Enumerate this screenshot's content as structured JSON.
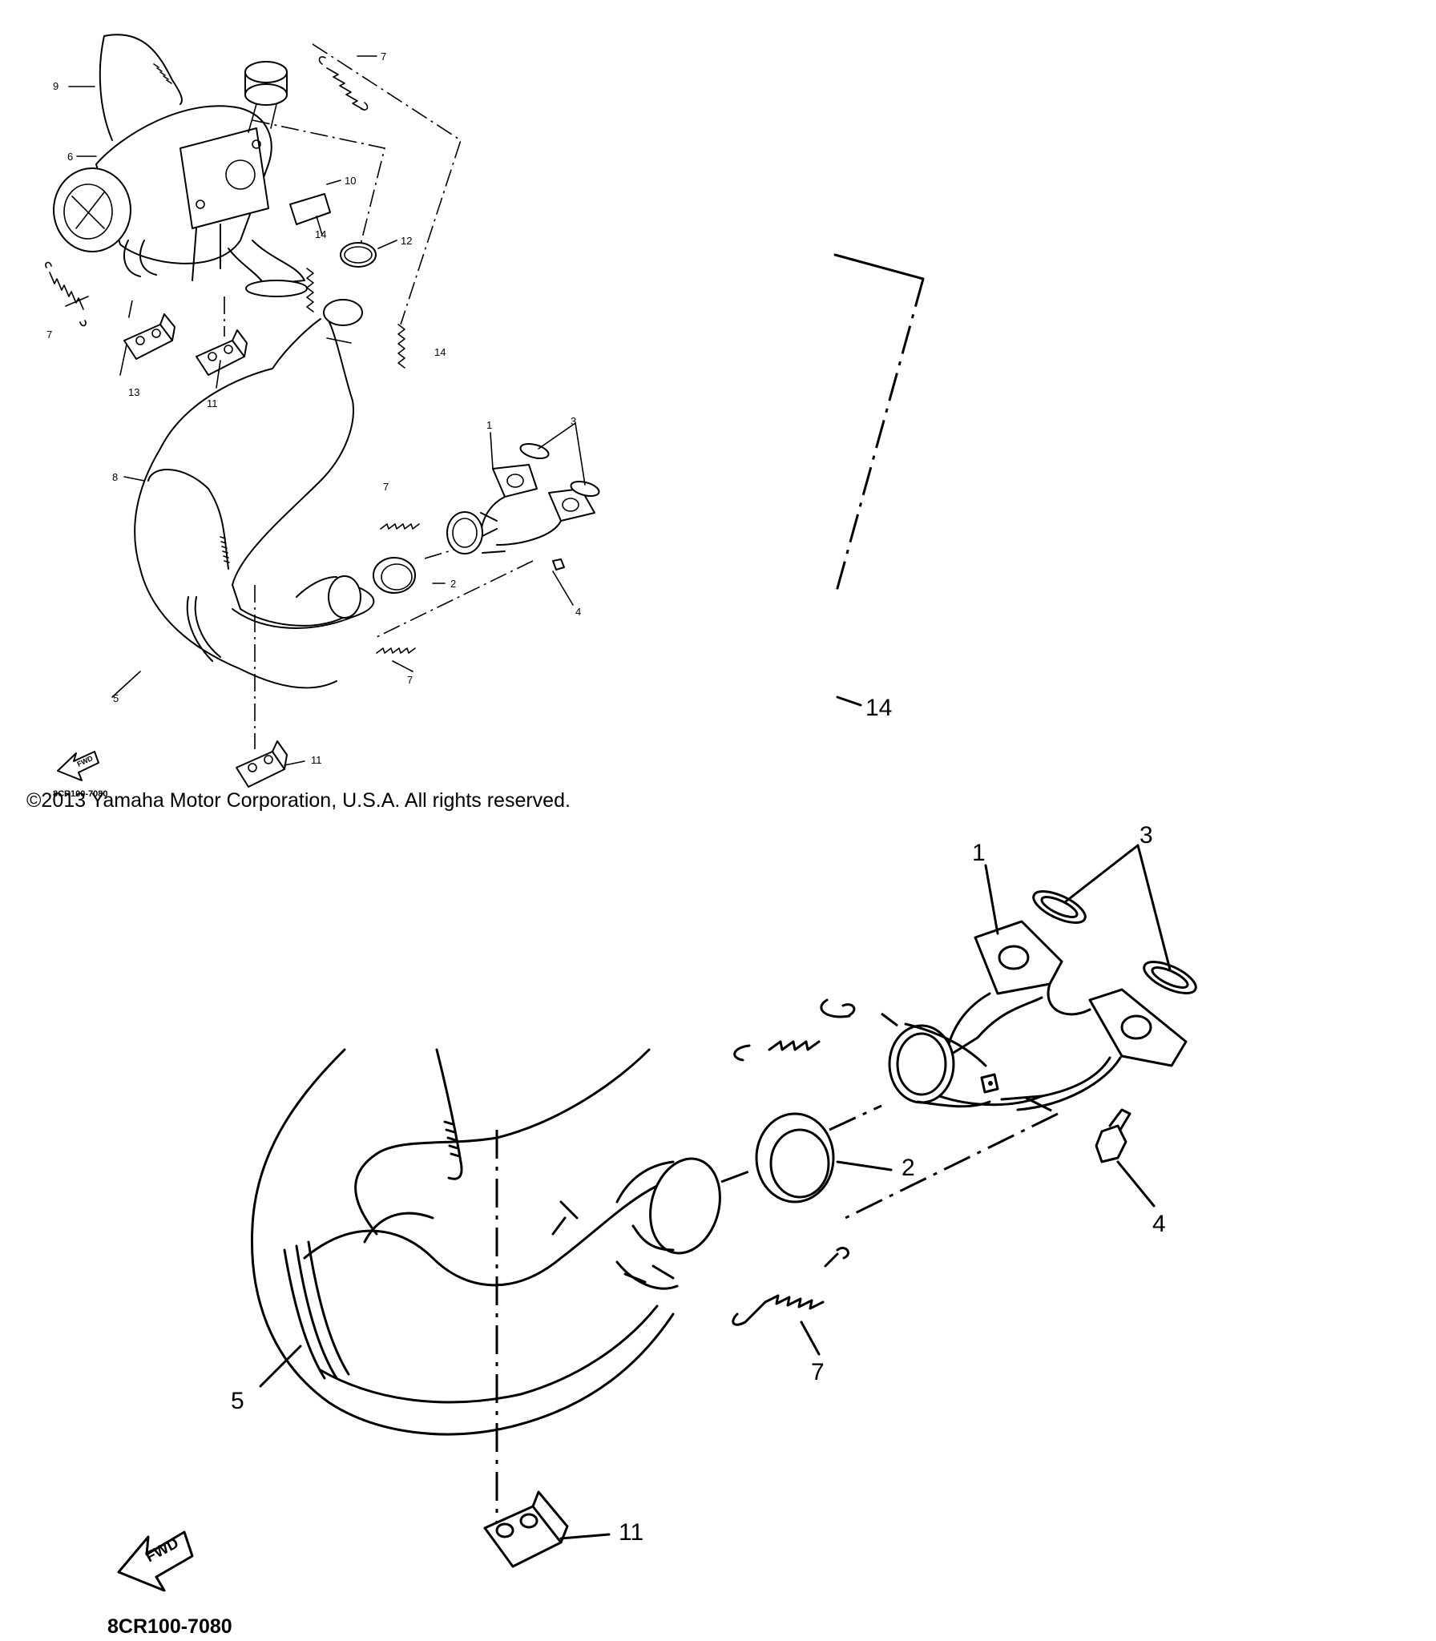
{
  "top_diagram": {
    "callouts": [
      "1",
      "2",
      "3",
      "4",
      "5",
      "6",
      "7",
      "8",
      "9",
      "10",
      "11",
      "12",
      "13",
      "14"
    ],
    "fwd_label": "FWD",
    "diagram_code": "8CR100-7080"
  },
  "copyright": "©2013 Yamaha Motor Corporation, U.S.A. All rights reserved.",
  "zoom_detail": {
    "callout_14": "14",
    "callout_1": "1",
    "callout_2": "2",
    "callout_3": "3",
    "callout_4": "4",
    "callout_5": "5",
    "callout_7": "7",
    "callout_11": "11",
    "fwd_label": "FWD",
    "diagram_code": "8CR100-7080"
  }
}
